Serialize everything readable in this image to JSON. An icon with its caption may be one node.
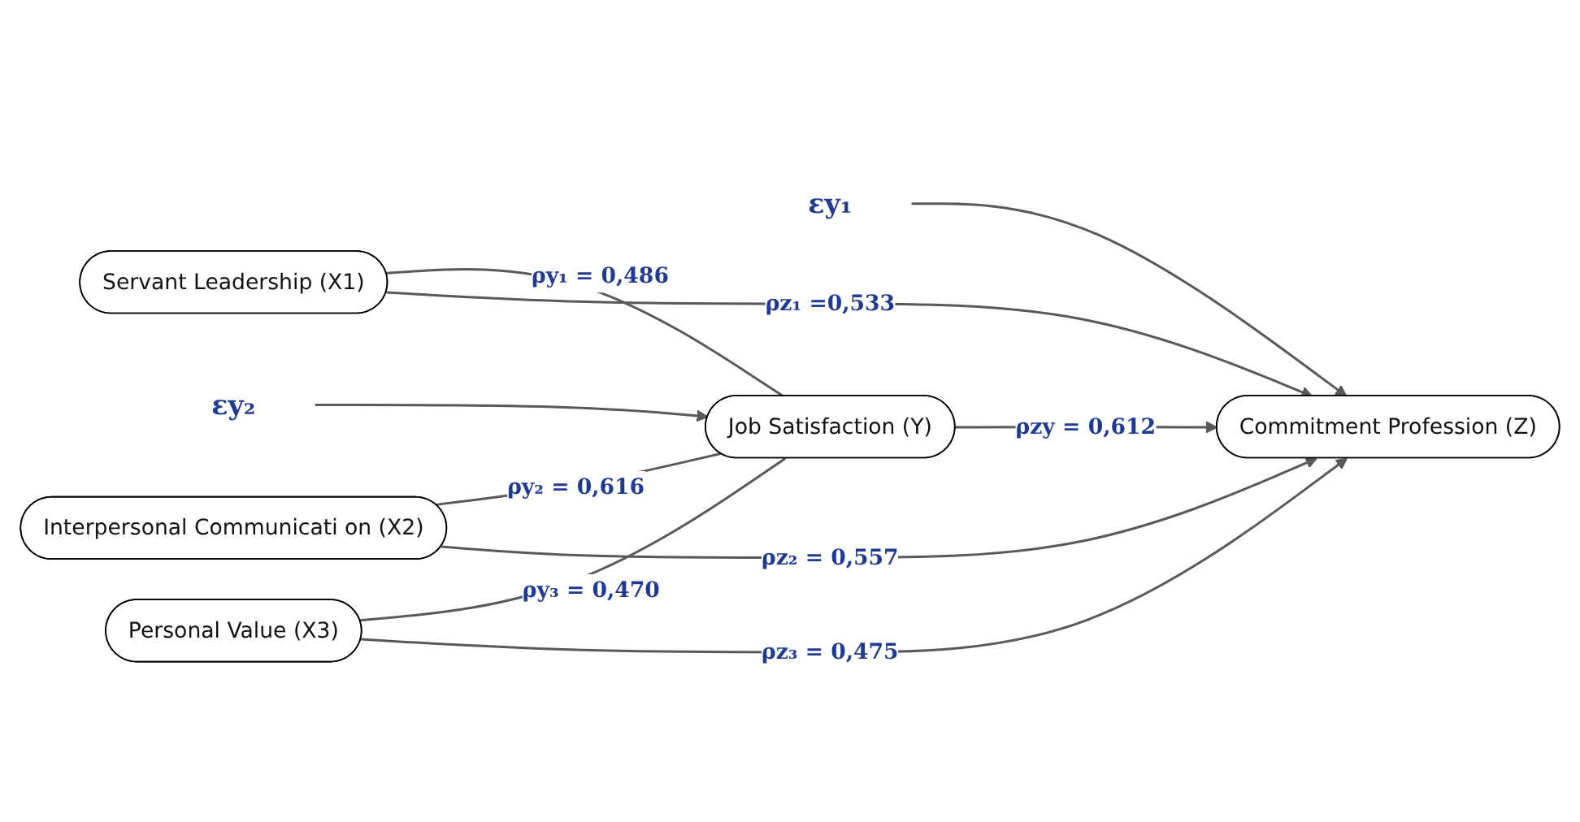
{
  "diagram": {
    "nodes": [
      {
        "text": [
          "εy₂"
        ]
      },
      {
        "text": [
          "εy₁"
        ]
      },
      {
        "text": [
          "Servant Leadership (X1)"
        ]
      },
      {
        "text": [
          "Interpersonal Communicati on (X2)"
        ]
      },
      {
        "text": [
          "Job Satisfaction (Y)"
        ]
      },
      {
        "text": [
          "Commitment Profession (Z)"
        ]
      },
      {
        "text": [
          "Personal Value (X3)"
        ]
      }
    ],
    "edges": [
      {
        "from": 2,
        "to": 4,
        "arrow": "none",
        "label": "ρy₁ = 0,486"
      },
      {
        "from": 3,
        "to": 4,
        "arrow": "none",
        "label": "ρy₂ = 0,616"
      },
      {
        "from": 6,
        "to": 4,
        "arrow": "none",
        "label": "ρy₃ = 0,470"
      },
      {
        "from": 4,
        "to": 5,
        "arrow": "to",
        "label": "ρzy = 0,612"
      },
      {
        "from": 2,
        "to": 5,
        "arrow": "to",
        "label": "ρz₁ =0,533"
      },
      {
        "from": 3,
        "to": 5,
        "arrow": "to",
        "label": "ρz₂ = 0,557"
      },
      {
        "from": 6,
        "to": 5,
        "arrow": "to",
        "label": "ρz₃ = 0,475"
      },
      {
        "from": 0,
        "to": 4,
        "arrow": "to"
      },
      {
        "from": 1,
        "to": 5,
        "arrow": "to"
      }
    ]
  }
}
